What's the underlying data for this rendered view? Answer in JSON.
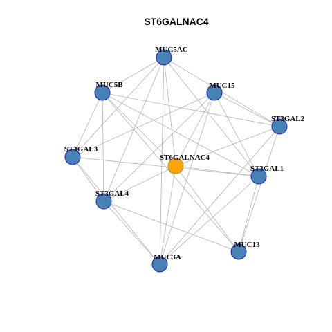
{
  "title": "ST6GALNAC4",
  "colors": {
    "hub_fill": "#FFA500",
    "node_fill": "#4682B4",
    "node_stroke": "#1C1CC4",
    "hub_stroke": "#B8860B",
    "edge": "#B3B3B3"
  },
  "nodes": [
    {
      "id": "MUC5AC",
      "label": "MUC5AC",
      "hub": false
    },
    {
      "id": "MUC5B",
      "label": "MUC5B",
      "hub": false
    },
    {
      "id": "MUC15",
      "label": "MUC15",
      "hub": false
    },
    {
      "id": "ST3GAL2",
      "label": "ST3GAL2",
      "hub": false
    },
    {
      "id": "ST3GAL3",
      "label": "ST3GAL3",
      "hub": false
    },
    {
      "id": "ST6GALNAC4",
      "label": "ST6GALNAC4",
      "hub": true
    },
    {
      "id": "ST3GAL1",
      "label": "ST3GAL1",
      "hub": false
    },
    {
      "id": "ST3GAL4",
      "label": "ST3GAL4",
      "hub": false
    },
    {
      "id": "MUC13",
      "label": "MUC13",
      "hub": false
    },
    {
      "id": "MUC3A",
      "label": "MUC3A",
      "hub": false
    }
  ],
  "edges": [
    [
      "MUC5AC",
      "MUC5B"
    ],
    [
      "MUC5AC",
      "ST3GAL2"
    ],
    [
      "MUC5AC",
      "ST3GAL1"
    ],
    [
      "MUC5AC",
      "ST6GALNAC4"
    ],
    [
      "MUC5AC",
      "ST3GAL3"
    ],
    [
      "MUC5AC",
      "ST3GAL4"
    ],
    [
      "MUC5AC",
      "MUC3A"
    ],
    [
      "MUC5B",
      "ST3GAL2"
    ],
    [
      "MUC5B",
      "ST3GAL1"
    ],
    [
      "MUC5B",
      "ST6GALNAC4"
    ],
    [
      "MUC5B",
      "ST3GAL3"
    ],
    [
      "MUC5B",
      "ST3GAL4"
    ],
    [
      "MUC5B",
      "MUC13"
    ],
    [
      "MUC15",
      "ST3GAL2"
    ],
    [
      "MUC15",
      "ST3GAL1"
    ],
    [
      "MUC15",
      "ST6GALNAC4"
    ],
    [
      "MUC15",
      "ST3GAL3"
    ],
    [
      "MUC15",
      "ST3GAL4"
    ],
    [
      "MUC15",
      "MUC3A"
    ],
    [
      "ST3GAL2",
      "ST6GALNAC4"
    ],
    [
      "ST3GAL2",
      "MUC13"
    ],
    [
      "ST3GAL2",
      "MUC3A"
    ],
    [
      "ST3GAL3",
      "ST3GAL1"
    ],
    [
      "ST3GAL3",
      "MUC3A"
    ],
    [
      "ST3GAL3",
      "ST3GAL4"
    ],
    [
      "ST6GALNAC4",
      "ST3GAL1"
    ],
    [
      "ST6GALNAC4",
      "ST3GAL4"
    ],
    [
      "ST6GALNAC4",
      "MUC13"
    ],
    [
      "ST6GALNAC4",
      "MUC3A"
    ],
    [
      "ST3GAL1",
      "MUC13"
    ],
    [
      "ST3GAL1",
      "MUC3A"
    ],
    [
      "ST3GAL4",
      "MUC13"
    ],
    [
      "ST3GAL4",
      "MUC3A"
    ]
  ]
}
